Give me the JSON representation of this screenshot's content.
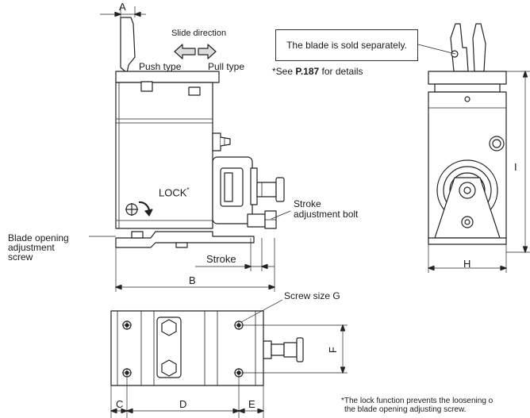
{
  "labels": {
    "dim_a": "A",
    "slide_direction": "Slide direction",
    "push_type": "Push type",
    "pull_type": "Pull type",
    "blade_note": "The blade is sold separately.",
    "see_prefix": "*See ",
    "see_page": "P.187",
    "see_suffix": " for details",
    "lock": "LOCK",
    "lock_mark": "*",
    "blade_opening_line1": "Blade opening",
    "blade_opening_line2": "adjustment",
    "blade_opening_line3": "screw",
    "stroke_bolt_line1": "Stroke",
    "stroke_bolt_line2": "adjustment bolt",
    "stroke": "Stroke",
    "dim_b": "B",
    "dim_h": "H",
    "dim_i": "I",
    "screw_size": "Screw size G",
    "dim_f": "F",
    "dim_c": "C",
    "dim_d": "D",
    "dim_e": "E",
    "footnote_line1": "*The lock function prevents the loosening o",
    "footnote_line2": "the blade opening adjusting screw."
  }
}
